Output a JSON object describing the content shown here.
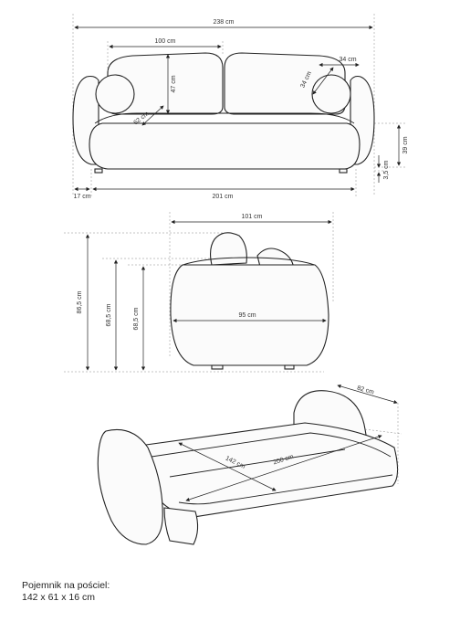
{
  "front_view": {
    "total_width": "238 cm",
    "backrest_width": "100 cm",
    "backrest_height": "47 cm",
    "pillow_width": "34 cm",
    "pillow_height": "34 cm",
    "seat_depth": "62 cm",
    "seat_height": "39 cm",
    "leg_height": "3,5 cm",
    "armrest_width": "17 cm",
    "seat_width": "201 cm"
  },
  "side_view": {
    "total_depth": "101 cm",
    "seat_depth": "95 cm",
    "total_height": "86,5 cm",
    "armrest_height_1": "68,5 cm",
    "armrest_height_2": "68,5 cm"
  },
  "bed_view": {
    "depth": "82 cm",
    "length": "200 cm",
    "width": "142 cm"
  },
  "caption": {
    "line1": "Pojemnik na pościel:",
    "line2": "142 x 61 x 16 cm"
  }
}
